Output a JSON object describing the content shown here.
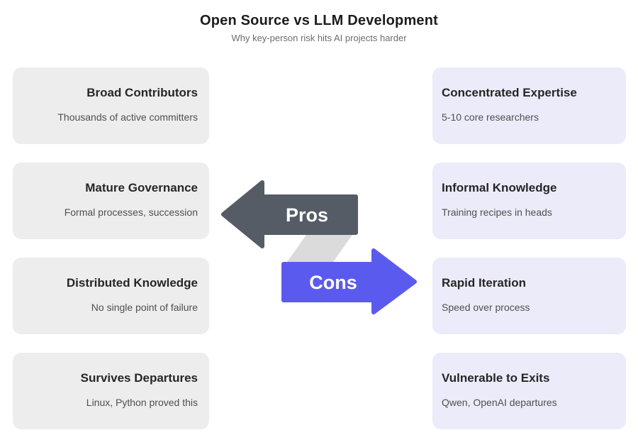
{
  "header": {
    "title": "Open Source vs LLM Development",
    "subtitle": "Why key-person risk hits AI projects harder"
  },
  "left_column": {
    "items": [
      {
        "title": "Broad Contributors",
        "subtitle": "Thousands of active committers"
      },
      {
        "title": "Mature Governance",
        "subtitle": "Formal processes, succession"
      },
      {
        "title": "Distributed Knowledge",
        "subtitle": "No single point of failure"
      },
      {
        "title": "Survives Departures",
        "subtitle": "Linux, Python proved this"
      }
    ]
  },
  "right_column": {
    "items": [
      {
        "title": "Concentrated Expertise",
        "subtitle": "5-10 core researchers"
      },
      {
        "title": "Informal Knowledge",
        "subtitle": "Training recipes in heads"
      },
      {
        "title": "Rapid Iteration",
        "subtitle": "Speed over process"
      },
      {
        "title": "Vulnerable to Exits",
        "subtitle": "Qwen, OpenAI departures"
      }
    ]
  },
  "arrows": {
    "pros_label": "Pros",
    "cons_label": "Cons"
  },
  "colors": {
    "pros_arrow": "#555C66",
    "cons_arrow": "#5B5AEF",
    "connector": "#DBDBDB",
    "left_card_bg": "#EDEDEE",
    "right_card_bg": "#ECEBFA",
    "title_text": "#1C1C1C",
    "subtitle_text": "#6D6D6D",
    "card_title_text": "#262626",
    "card_subtitle_text": "#4F4F4F"
  }
}
